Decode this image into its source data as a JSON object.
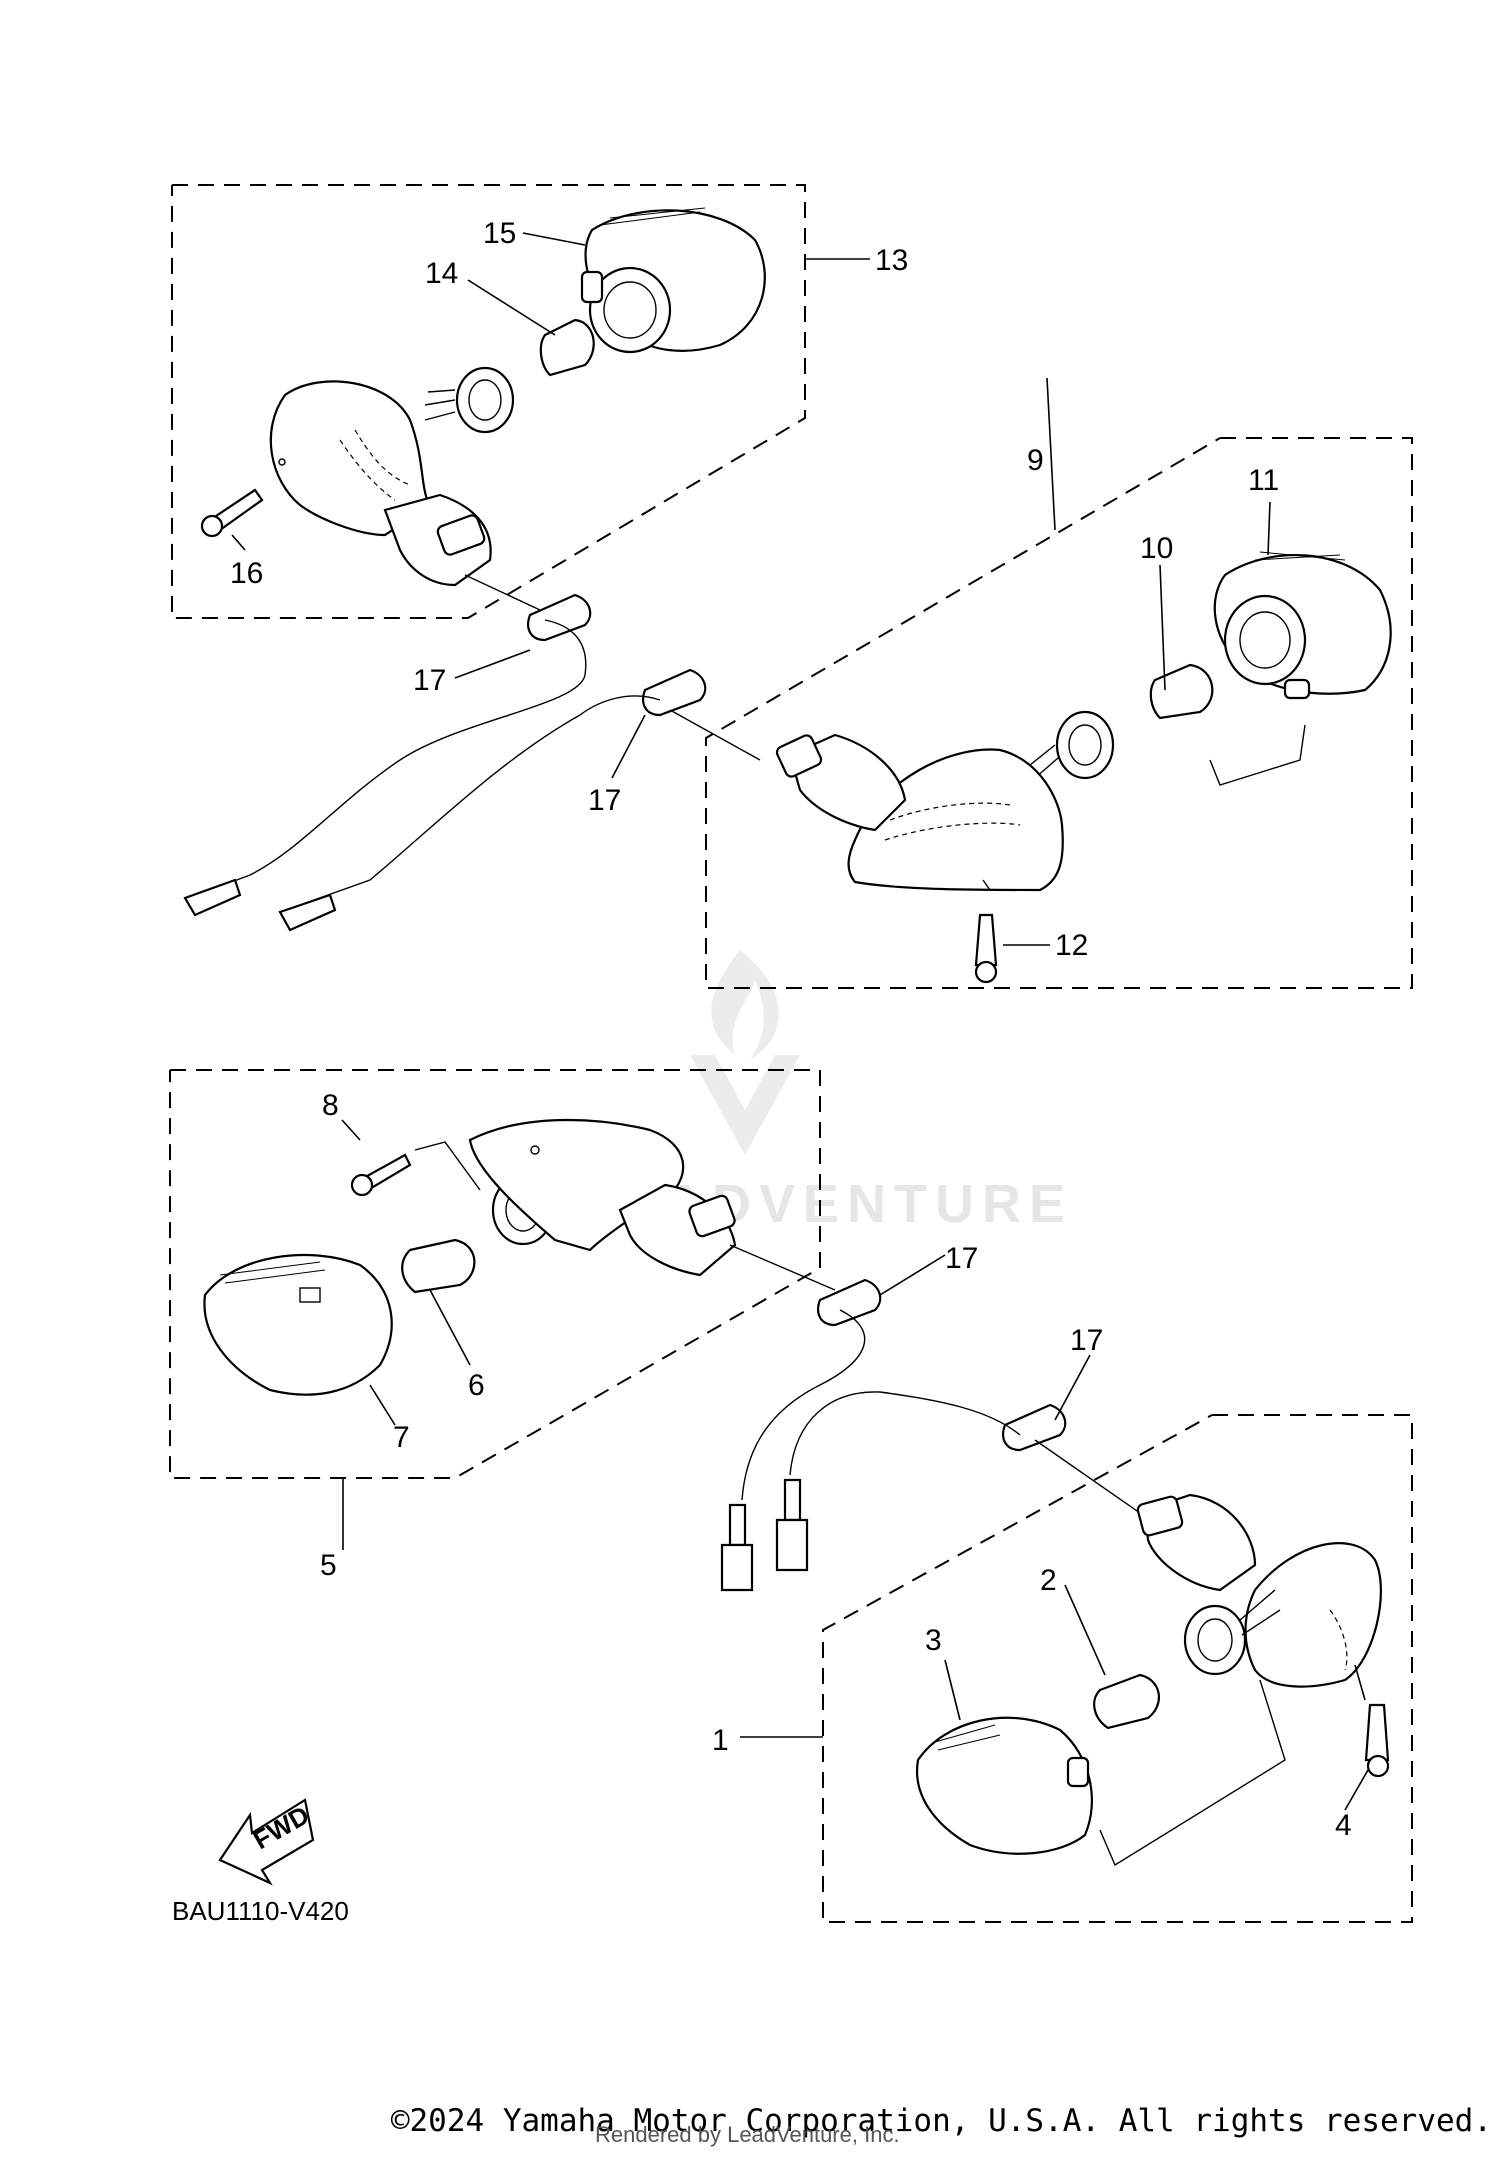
{
  "diagram": {
    "callouts": [
      "1",
      "2",
      "3",
      "4",
      "5",
      "6",
      "7",
      "8",
      "9",
      "10",
      "11",
      "12",
      "13",
      "14",
      "15",
      "16",
      "17",
      "17",
      "17",
      "17"
    ],
    "figure_code": "BAU1110-V420",
    "fwd_label": "FWD",
    "watermark_text": "LEADVENTURE"
  },
  "footer": {
    "copyright": "©2024 Yamaha Motor Corporation, U.S.A. All rights reserved.",
    "rendered_by": "Rendered by LeadVenture, Inc."
  }
}
